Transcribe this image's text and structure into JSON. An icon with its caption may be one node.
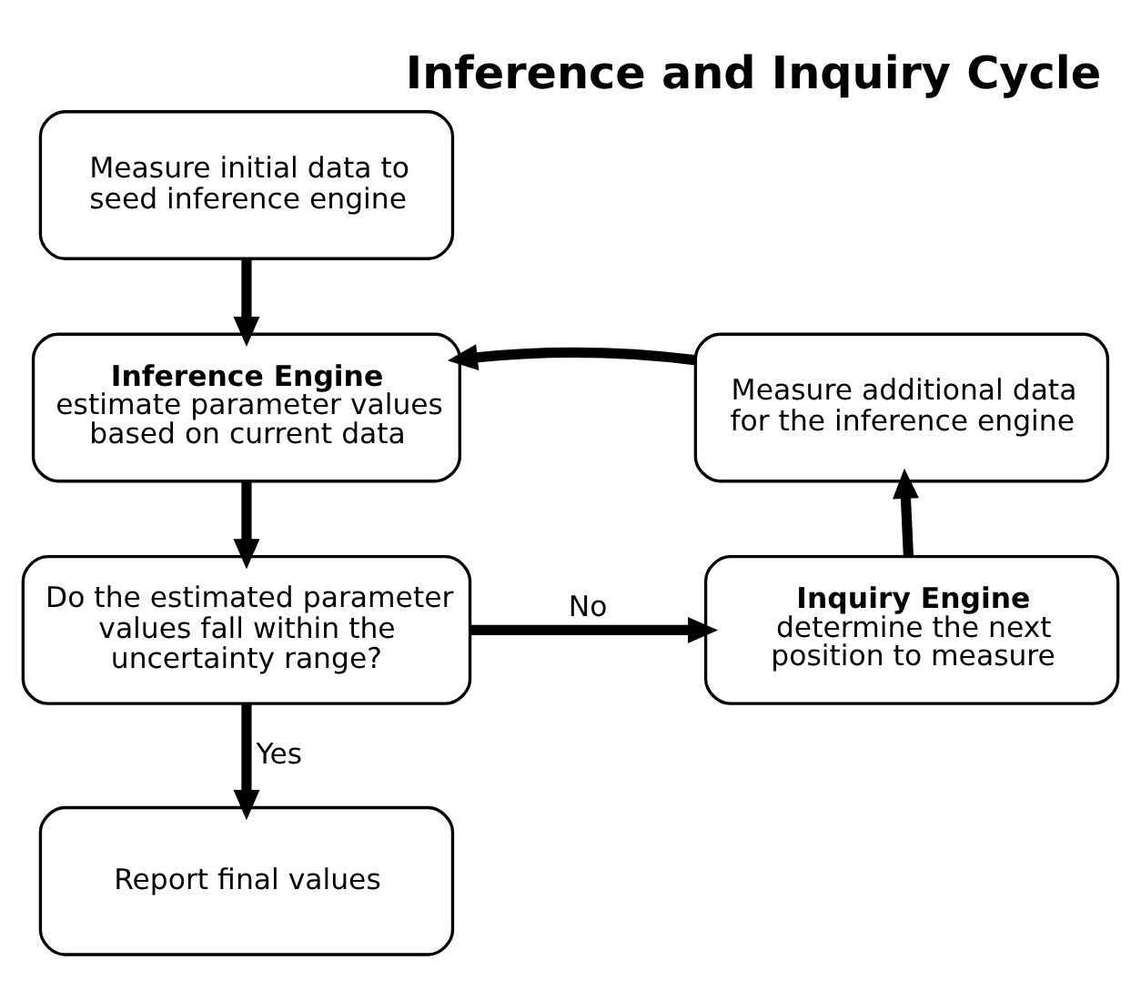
{
  "diagram": {
    "title": "Inference and Inquiry Cycle",
    "nodes": [
      {
        "text": [
          "Measure initial data to seed inference engine"
        ]
      },
      {
        "text": [
          "Inference Engine",
          "estimate parameter values based on current data"
        ]
      },
      {
        "text": [
          "Do the estimated parameter values fall within the uncertainty range?"
        ]
      },
      {
        "text": [
          "Inquiry Engine",
          "determine the next position to measure"
        ]
      },
      {
        "text": [
          "Measure additional data for the inference engine"
        ]
      },
      {
        "text": [
          "Report final values"
        ]
      }
    ],
    "edges": [
      {
        "from": 0,
        "to": 1,
        "arrow": "to"
      },
      {
        "from": 1,
        "to": 2,
        "arrow": "to"
      },
      {
        "from": 2,
        "to": 3,
        "arrow": "to",
        "label": "No"
      },
      {
        "from": 3,
        "to": 4,
        "arrow": "to"
      },
      {
        "from": 4,
        "to": 1,
        "arrow": "to"
      },
      {
        "from": 2,
        "to": 5,
        "arrow": "to",
        "label": "Yes"
      }
    ]
  }
}
